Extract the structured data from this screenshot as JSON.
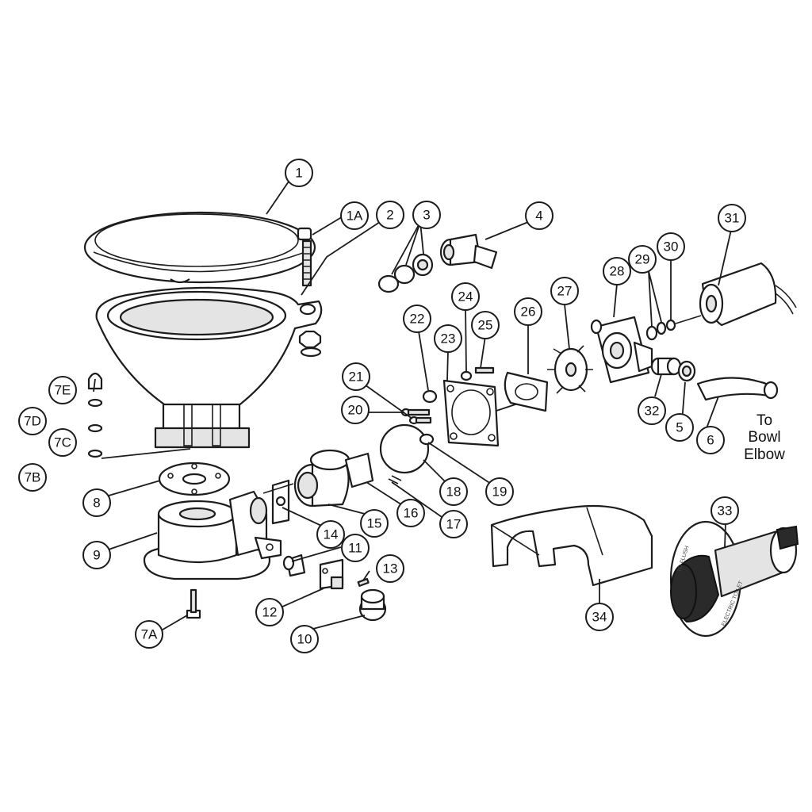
{
  "diagram": {
    "callouts": [
      {
        "id": "1",
        "label": "1"
      },
      {
        "id": "1A",
        "label": "1A"
      },
      {
        "id": "2",
        "label": "2"
      },
      {
        "id": "3",
        "label": "3"
      },
      {
        "id": "4",
        "label": "4"
      },
      {
        "id": "5",
        "label": "5"
      },
      {
        "id": "6",
        "label": "6"
      },
      {
        "id": "7A",
        "label": "7A"
      },
      {
        "id": "7B",
        "label": "7B"
      },
      {
        "id": "7C",
        "label": "7C"
      },
      {
        "id": "7D",
        "label": "7D"
      },
      {
        "id": "7E",
        "label": "7E"
      },
      {
        "id": "8",
        "label": "8"
      },
      {
        "id": "9",
        "label": "9"
      },
      {
        "id": "10",
        "label": "10"
      },
      {
        "id": "11",
        "label": "11"
      },
      {
        "id": "12",
        "label": "12"
      },
      {
        "id": "13",
        "label": "13"
      },
      {
        "id": "14",
        "label": "14"
      },
      {
        "id": "15",
        "label": "15"
      },
      {
        "id": "16",
        "label": "16"
      },
      {
        "id": "17",
        "label": "17"
      },
      {
        "id": "18",
        "label": "18"
      },
      {
        "id": "19",
        "label": "19"
      },
      {
        "id": "20",
        "label": "20"
      },
      {
        "id": "21",
        "label": "21"
      },
      {
        "id": "22",
        "label": "22"
      },
      {
        "id": "23",
        "label": "23"
      },
      {
        "id": "24",
        "label": "24"
      },
      {
        "id": "25",
        "label": "25"
      },
      {
        "id": "26",
        "label": "26"
      },
      {
        "id": "27",
        "label": "27"
      },
      {
        "id": "28",
        "label": "28"
      },
      {
        "id": "29",
        "label": "29"
      },
      {
        "id": "30",
        "label": "30"
      },
      {
        "id": "31",
        "label": "31"
      },
      {
        "id": "32",
        "label": "32"
      },
      {
        "id": "33",
        "label": "33"
      },
      {
        "id": "34",
        "label": "34"
      }
    ],
    "annotation": {
      "line1": "To",
      "line2": "Bowl",
      "line3": "Elbow"
    },
    "switch_dial": {
      "text_a": "TO FLUSH",
      "text_b": "ELECTRIC TOILET"
    }
  }
}
